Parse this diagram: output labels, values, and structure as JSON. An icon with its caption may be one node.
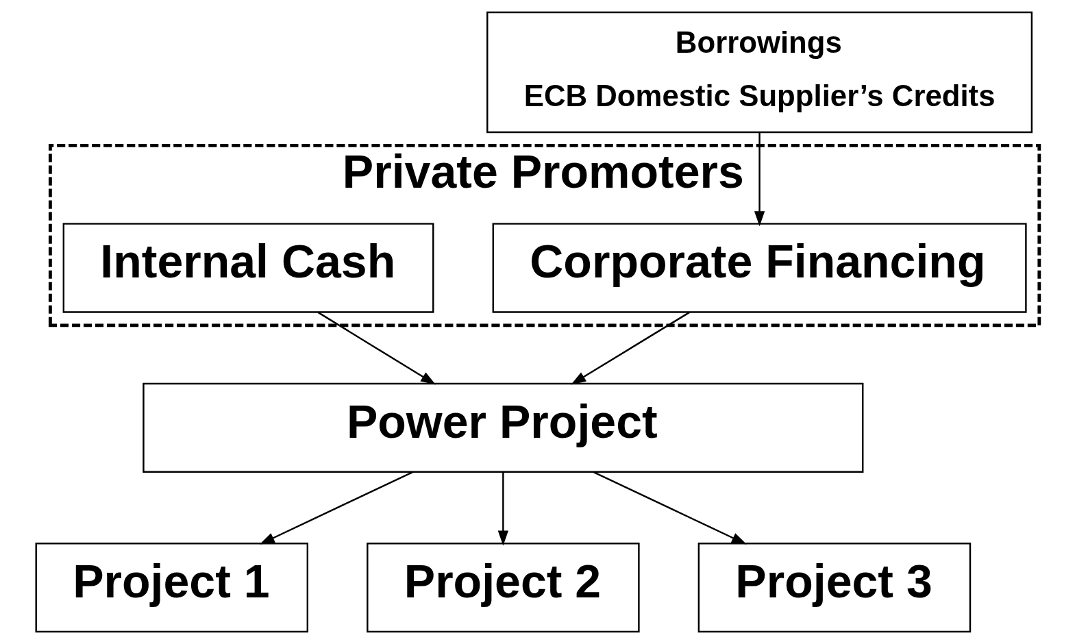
{
  "diagram": {
    "nodes": [
      {
        "text": [
          "Borrowings",
          "ECB Domestic Supplier’s Credits"
        ]
      },
      {
        "text": [
          "Private Promoters"
        ]
      },
      {
        "text": [
          "Corporate Financing"
        ],
        "in": 1
      },
      {
        "text": [
          "Internal Cash"
        ],
        "in": 1
      },
      {
        "text": [
          "Power Project"
        ]
      },
      {
        "text": [
          "Project 1"
        ]
      },
      {
        "text": [
          "Project 2"
        ]
      },
      {
        "text": [
          "Project 3"
        ]
      }
    ],
    "edges": [
      {
        "from": 0,
        "to": 2,
        "arrow": "to"
      },
      {
        "from": 2,
        "to": 4,
        "arrow": "to"
      },
      {
        "from": 3,
        "to": 4,
        "arrow": "to"
      },
      {
        "from": 4,
        "to": 5,
        "arrow": "to"
      },
      {
        "from": 4,
        "to": 6,
        "arrow": "to"
      },
      {
        "from": 4,
        "to": 7,
        "arrow": "to"
      }
    ]
  }
}
